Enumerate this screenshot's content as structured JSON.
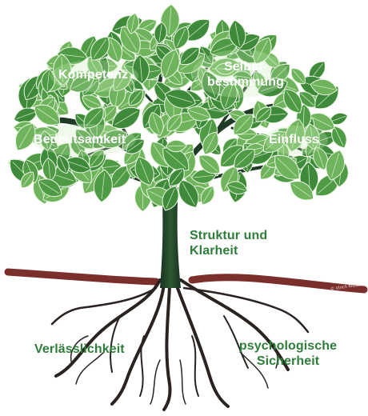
{
  "labels": {
    "kompetenz": "Kompetenz",
    "selbstbestimmung": "Selbst-\nbestimmung",
    "bedeutsamkeit": "Bedeutsamkeit",
    "einfluss": "Einfluss",
    "struktur": "Struktur und\nKlarheit",
    "verlaesslichkeit": "Verlässlichkeit",
    "psych_sicherheit": "psychologische\nSicherheit"
  },
  "credit": "© Ulrich Ristau",
  "colors": {
    "leaf_dark": "#3f8a3a",
    "leaf_light": "#6fb45c",
    "trunk": "#1e3a24",
    "roots": "#2a2320",
    "ground": "#7a2f2c",
    "label_green": "#2f7d3a"
  }
}
